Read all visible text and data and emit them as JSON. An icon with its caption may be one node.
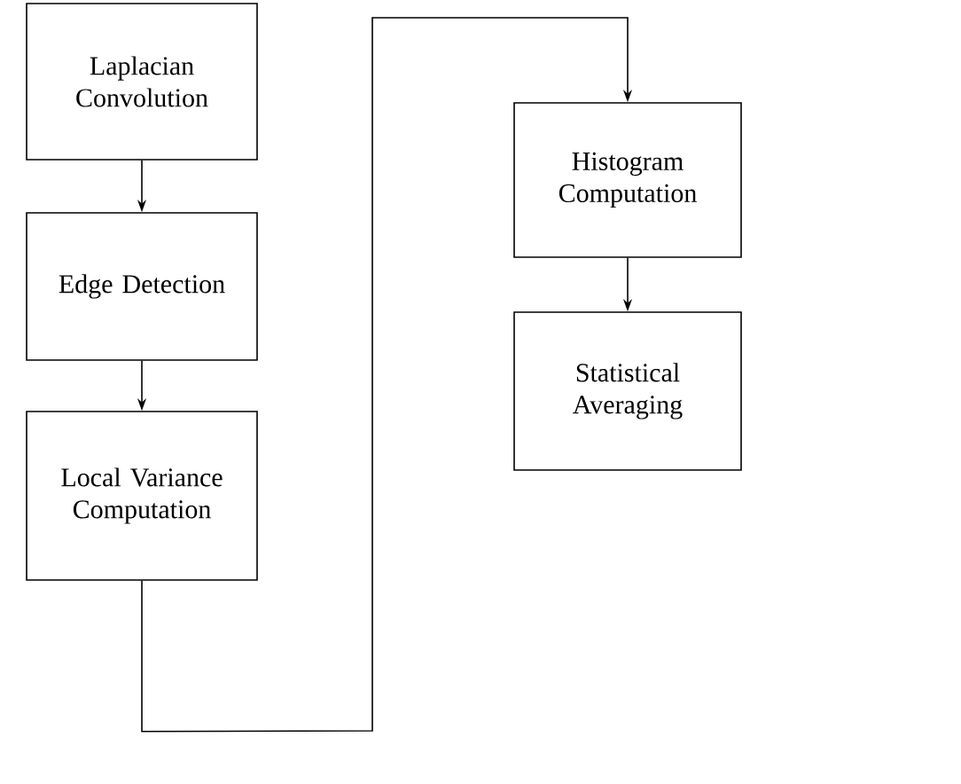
{
  "diagram": {
    "nodes": [
      {
        "text": [
          "Laplacian Convolution"
        ]
      },
      {
        "text": [
          "Edge Detection"
        ]
      },
      {
        "text": [
          "Local Variance Computation"
        ]
      },
      {
        "text": [
          "Histogram Computation"
        ]
      },
      {
        "text": [
          "Statistical Averaging"
        ]
      }
    ],
    "edges": [
      {
        "from": 0,
        "to": 1,
        "arrow": "to"
      },
      {
        "from": 1,
        "to": 2,
        "arrow": "to"
      },
      {
        "from": 2,
        "to": 3,
        "arrow": "to"
      },
      {
        "from": 3,
        "to": 4,
        "arrow": "to"
      }
    ]
  }
}
